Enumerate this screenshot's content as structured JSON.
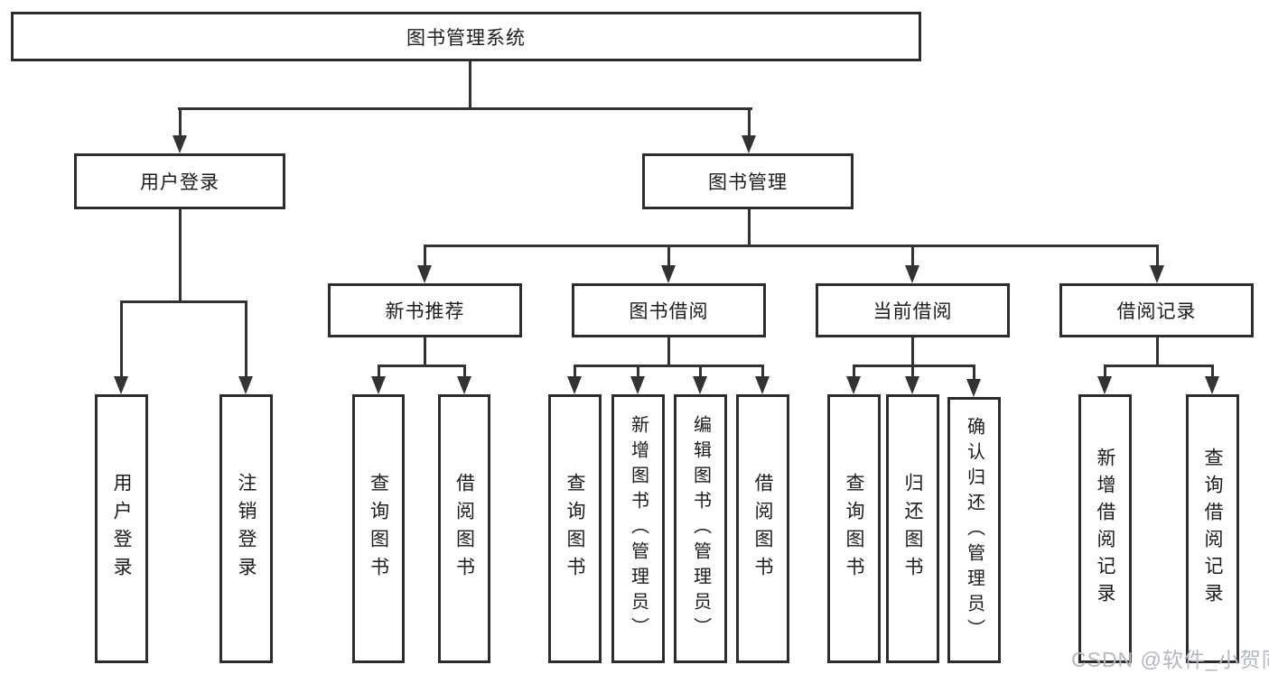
{
  "diagram": {
    "title": "图书管理系统",
    "root": "图书管理系统",
    "level2": {
      "user_login": "用户登录",
      "book_mgmt": "图书管理"
    },
    "level3": {
      "new_book_rec": "新书推荐",
      "book_borrow": "图书借阅",
      "current_borrow": "当前借阅",
      "borrow_records": "借阅记录"
    },
    "leaves": {
      "user_login_children": [
        "用户登录",
        "注销登录"
      ],
      "new_book_rec_children": [
        "查询图书",
        "借阅图书"
      ],
      "book_borrow_children": [
        "查询图书",
        "新增图书（管理员）",
        "编辑图书（管理员）",
        "借阅图书"
      ],
      "current_borrow_children": [
        "查询图书",
        "归还图书",
        "确认归还（管理员）"
      ],
      "borrow_records_children": [
        "新增借阅记录",
        "查询借阅记录"
      ]
    }
  },
  "watermark": {
    "text": "CSDN @软件_小贺同学",
    "color": "#b3b7be"
  },
  "colors": {
    "background": "#ffffff",
    "line": "#333333",
    "box_border": "#2d2d2d",
    "text": "#1c1c1c"
  }
}
